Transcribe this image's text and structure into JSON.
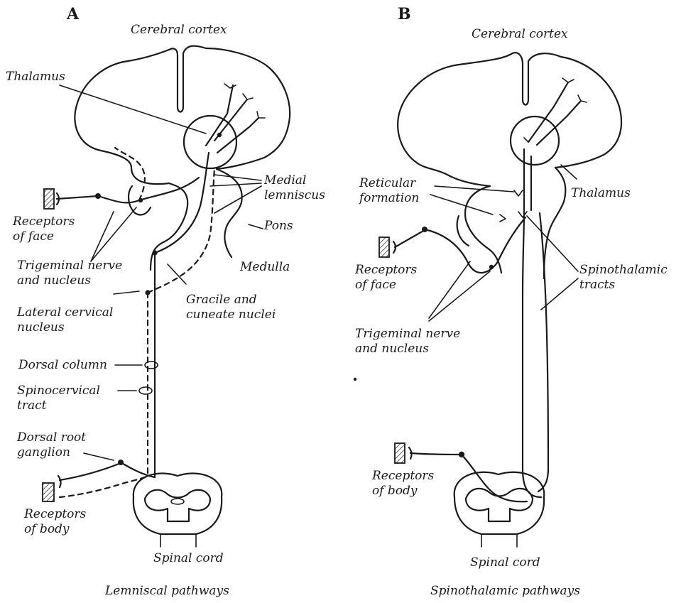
{
  "panels": {
    "a": {
      "letter": "A",
      "cortex": "Cerebral cortex",
      "thalamus": "Thalamus",
      "medial_lemniscus": "Medial\nlemniscus",
      "pons": "Pons",
      "medulla": "Medulla",
      "receptors_face": "Receptors\nof face",
      "trigeminal": "Trigeminal nerve\nand nucleus",
      "gracile": "Gracile and\ncuneate nuclei",
      "lateral_cervical": "Lateral cervical\nnucleus",
      "dorsal_column": "Dorsal column",
      "spinocervical": "Spinocervical\ntract",
      "dorsal_root": "Dorsal root\nganglion",
      "receptors_body": "Receptors\nof body",
      "spinal_cord": "Spinal cord",
      "caption": "Lemniscal pathways"
    },
    "b": {
      "letter": "B",
      "cortex": "Cerebral cortex",
      "reticular": "Reticular\nformation",
      "thalamus": "Thalamus",
      "receptors_face": "Receptors\nof face",
      "spinothalamic": "Spinothalamic\ntracts",
      "trigeminal": "Trigeminal nerve\nand nucleus",
      "receptors_body": "Receptors\nof body",
      "spinal_cord": "Spinal cord",
      "caption": "Spinothalamic pathways"
    }
  }
}
